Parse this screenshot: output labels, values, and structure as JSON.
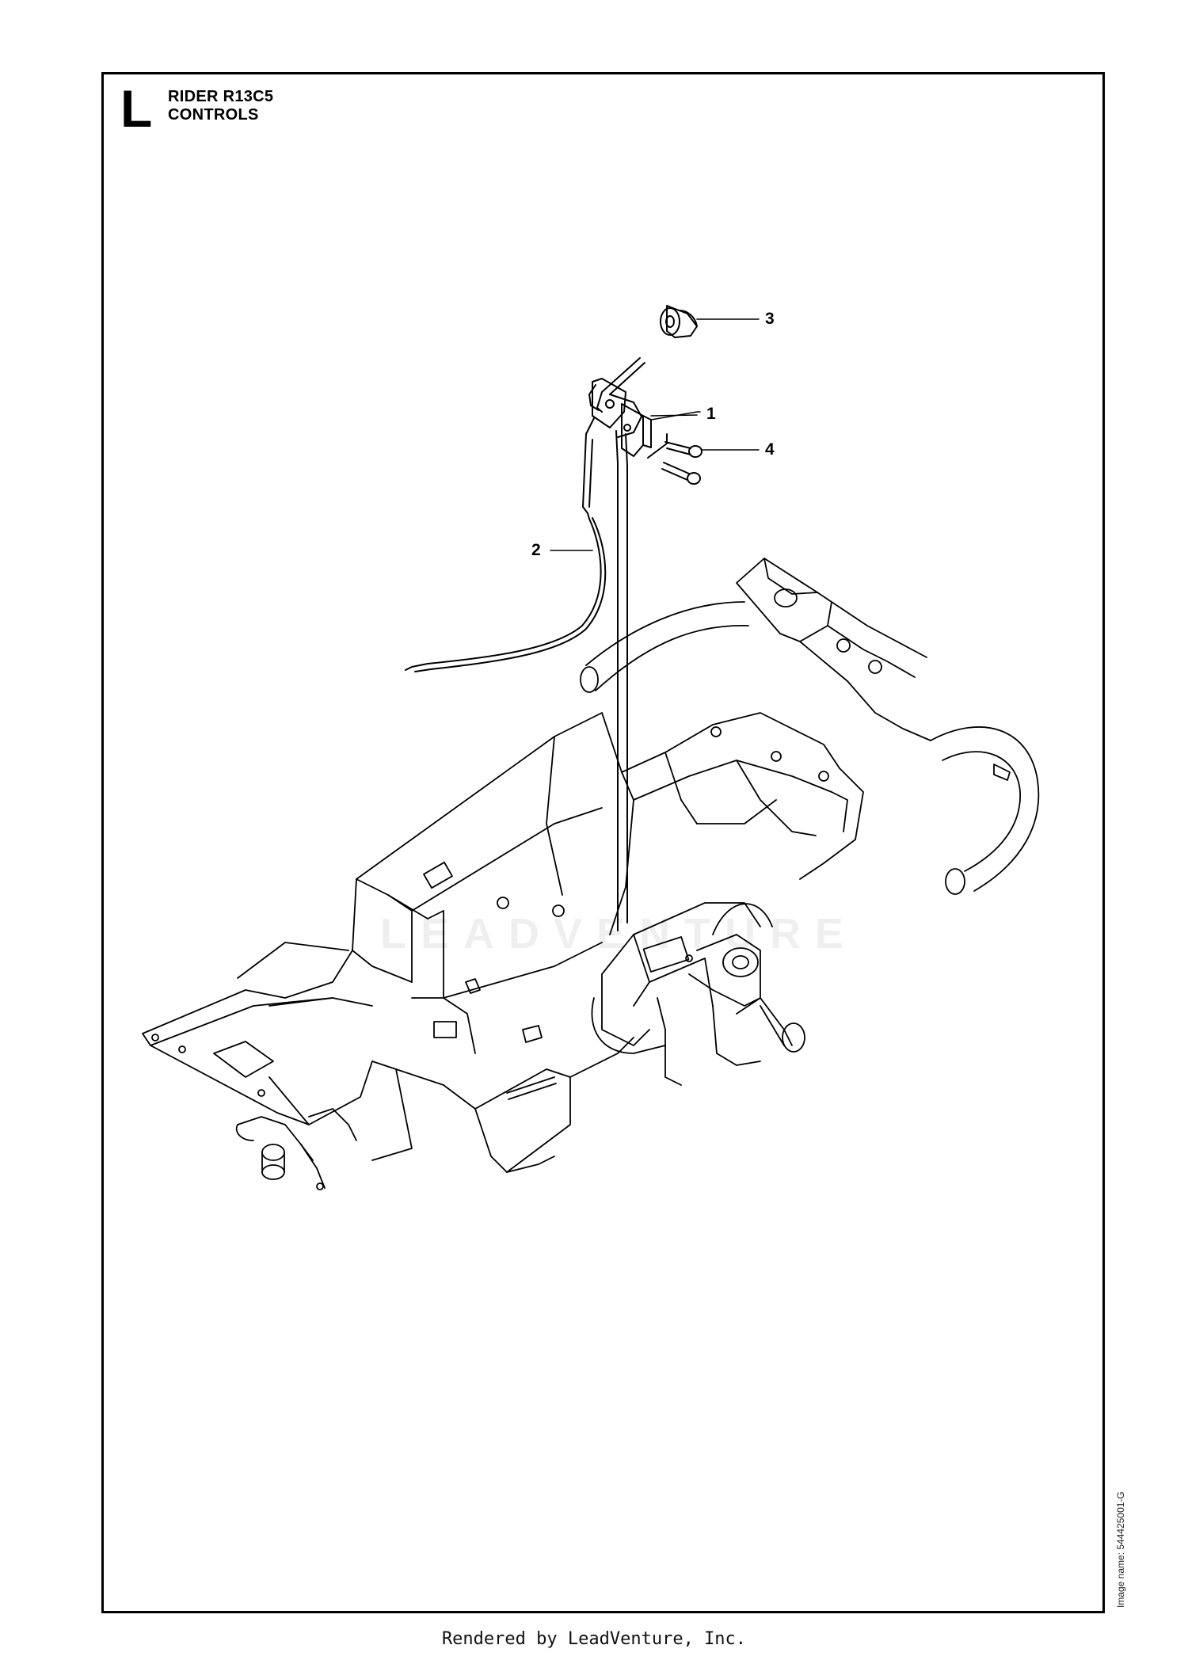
{
  "page": {
    "section_letter": "L",
    "title_line1": "RIDER R13C5",
    "title_line2": "CONTROLS",
    "image_name": "Image name: 544425001-G",
    "footer": "Rendered by LeadVenture, Inc.",
    "watermark": "LEADVENTURE"
  },
  "callouts": [
    {
      "id": "callout-1",
      "label": "1"
    },
    {
      "id": "callout-2",
      "label": "2"
    },
    {
      "id": "callout-3",
      "label": "3"
    },
    {
      "id": "callout-4",
      "label": "4"
    }
  ],
  "parts": [
    {
      "label": "1",
      "part": "lever-bracket"
    },
    {
      "label": "2",
      "part": "cable"
    },
    {
      "label": "3",
      "part": "knob"
    },
    {
      "label": "4",
      "part": "screw"
    }
  ]
}
